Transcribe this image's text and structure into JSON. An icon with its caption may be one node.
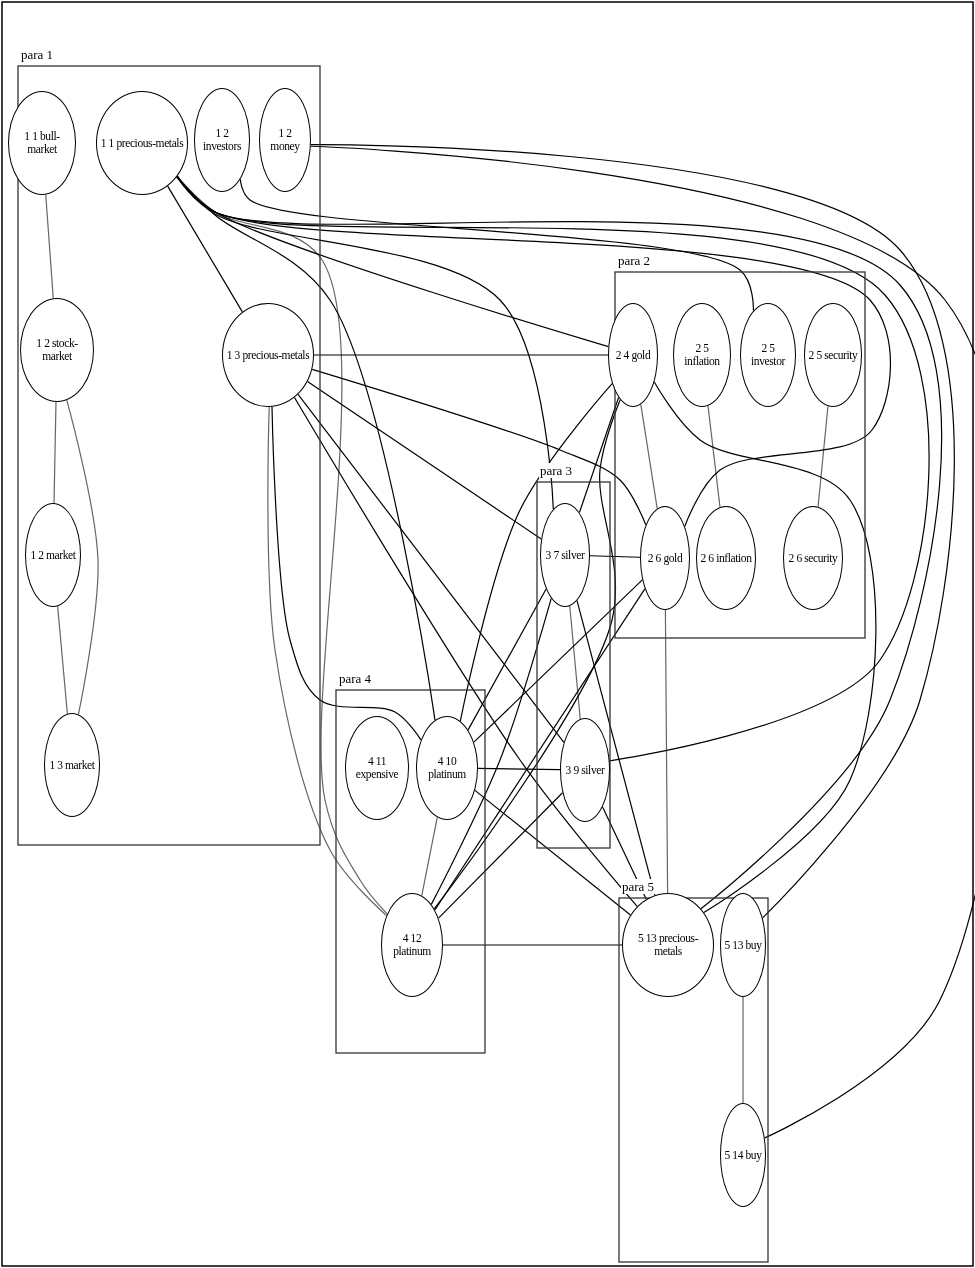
{
  "diagram": {
    "nodes": [
      {
        "text": [
          "para 1"
        ]
      },
      {
        "text": [
          "1 1 bull-market"
        ],
        "in": 0
      },
      {
        "text": [
          "1 1 precious-metals"
        ],
        "in": 0
      },
      {
        "text": [
          "1 2 investors"
        ],
        "in": 0
      },
      {
        "text": [
          "1 2 money"
        ],
        "in": 0
      },
      {
        "text": [
          "1 2 stock-market"
        ],
        "in": 0
      },
      {
        "text": [
          "1 3 precious-metals"
        ],
        "in": 0
      },
      {
        "text": [
          "1 2 market"
        ],
        "in": 0
      },
      {
        "text": [
          "1 3 market"
        ],
        "in": 0
      },
      {
        "text": [
          "para 2"
        ]
      },
      {
        "text": [
          "2 4 gold"
        ],
        "in": 9
      },
      {
        "text": [
          "2 5 inflation"
        ],
        "in": 9
      },
      {
        "text": [
          "2 5 investor"
        ],
        "in": 9
      },
      {
        "text": [
          "2 5 security"
        ],
        "in": 9
      },
      {
        "text": [
          "2 6 gold"
        ],
        "in": 9
      },
      {
        "text": [
          "2 6 inflation"
        ],
        "in": 9
      },
      {
        "text": [
          "2 6 security"
        ],
        "in": 9
      },
      {
        "text": [
          "para 3"
        ]
      },
      {
        "text": [
          "3 7 silver"
        ],
        "in": 17
      },
      {
        "text": [
          "3 9 silver"
        ],
        "in": 17
      },
      {
        "text": [
          "para 4"
        ]
      },
      {
        "text": [
          "4 11 expensive"
        ],
        "in": 20
      },
      {
        "text": [
          "4 10 platinum"
        ],
        "in": 20
      },
      {
        "text": [
          "4 12 platinum"
        ],
        "in": 20
      },
      {
        "text": [
          "para 5"
        ]
      },
      {
        "text": [
          "5 13 precious-metals"
        ],
        "in": 24
      },
      {
        "text": [
          "5 13 buy"
        ],
        "in": 24
      },
      {
        "text": [
          "5 14 buy"
        ],
        "in": 24
      }
    ],
    "edges": [
      {
        "from": 1,
        "to": 5,
        "arrow": "none",
        "color": "#666666"
      },
      {
        "from": 5,
        "to": 7,
        "arrow": "none",
        "color": "#666666"
      },
      {
        "from": 5,
        "to": 8,
        "arrow": "none",
        "color": "#666666"
      },
      {
        "from": 7,
        "to": 8,
        "arrow": "none",
        "color": "#666666"
      },
      {
        "from": 11,
        "to": 15,
        "arrow": "none",
        "color": "#666666"
      },
      {
        "from": 13,
        "to": 16,
        "arrow": "none",
        "color": "#666666"
      },
      {
        "from": 10,
        "to": 14,
        "arrow": "none",
        "color": "#666666"
      },
      {
        "from": 18,
        "to": 19,
        "arrow": "none",
        "color": "#666666"
      },
      {
        "from": 22,
        "to": 23,
        "arrow": "none",
        "color": "#666666"
      },
      {
        "from": 26,
        "to": 27,
        "arrow": "none",
        "color": "#666666"
      },
      {
        "from": 6,
        "to": 23,
        "arrow": "none",
        "color": "#666666"
      },
      {
        "from": 14,
        "to": 25,
        "arrow": "none",
        "color": "#666666"
      },
      {
        "from": 2,
        "to": 23,
        "arrow": "none",
        "color": "#666666"
      },
      {
        "from": 2,
        "to": 6,
        "arrow": "none"
      },
      {
        "from": 2,
        "to": 10,
        "arrow": "none"
      },
      {
        "from": 2,
        "to": 14,
        "arrow": "none"
      },
      {
        "from": 2,
        "to": 18,
        "arrow": "none"
      },
      {
        "from": 2,
        "to": 19,
        "arrow": "none"
      },
      {
        "from": 2,
        "to": 22,
        "arrow": "none"
      },
      {
        "from": 2,
        "to": 25,
        "arrow": "none"
      },
      {
        "from": 3,
        "to": 12,
        "arrow": "none"
      },
      {
        "from": 4,
        "to": 26,
        "arrow": "none"
      },
      {
        "from": 4,
        "to": 27,
        "arrow": "none"
      },
      {
        "from": 6,
        "to": 10,
        "arrow": "none"
      },
      {
        "from": 6,
        "to": 14,
        "arrow": "none"
      },
      {
        "from": 6,
        "to": 18,
        "arrow": "none"
      },
      {
        "from": 6,
        "to": 19,
        "arrow": "none"
      },
      {
        "from": 6,
        "to": 22,
        "arrow": "none"
      },
      {
        "from": 6,
        "to": 25,
        "arrow": "none"
      },
      {
        "from": 10,
        "to": 18,
        "arrow": "none"
      },
      {
        "from": 10,
        "to": 22,
        "arrow": "none"
      },
      {
        "from": 10,
        "to": 23,
        "arrow": "none"
      },
      {
        "from": 10,
        "to": 25,
        "arrow": "none"
      },
      {
        "from": 14,
        "to": 18,
        "arrow": "none"
      },
      {
        "from": 14,
        "to": 22,
        "arrow": "none"
      },
      {
        "from": 14,
        "to": 23,
        "arrow": "none"
      },
      {
        "from": 18,
        "to": 22,
        "arrow": "none"
      },
      {
        "from": 18,
        "to": 23,
        "arrow": "none"
      },
      {
        "from": 18,
        "to": 25,
        "arrow": "none"
      },
      {
        "from": 19,
        "to": 22,
        "arrow": "none"
      },
      {
        "from": 19,
        "to": 23,
        "arrow": "none"
      },
      {
        "from": 19,
        "to": 25,
        "arrow": "none"
      },
      {
        "from": 22,
        "to": 25,
        "arrow": "none"
      },
      {
        "from": 23,
        "to": 25,
        "arrow": "none"
      }
    ]
  }
}
